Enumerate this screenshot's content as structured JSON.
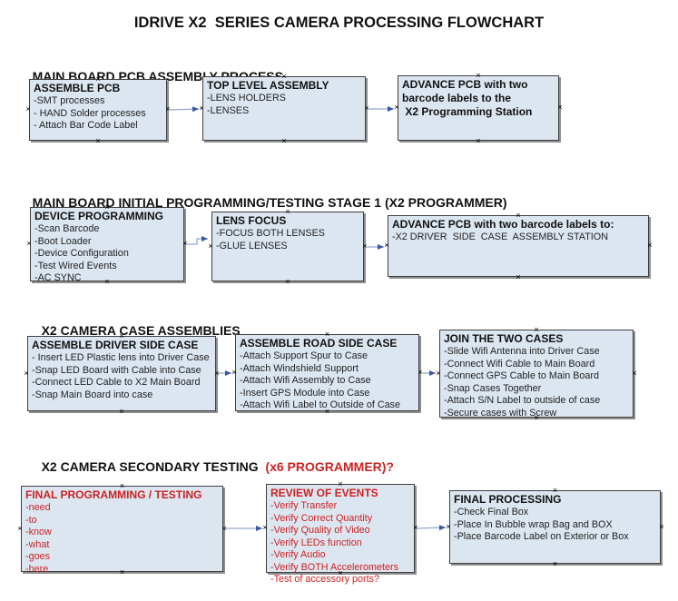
{
  "title": "IDRIVE X2  SERIES CAMERA PROCESSING FLOWCHART",
  "colors": {
    "box_fill": "#dce6f1",
    "box_border": "#3f3f3f",
    "accent_red": "#cc2222",
    "arrow_line": "#93a9cd",
    "arrow_head": "#3a57a0"
  },
  "sections": [
    {
      "header": "MAIN BOARD PCB ASSEMBLY PROCESS",
      "header_suffix": "",
      "boxes": [
        {
          "title": "ASSEMBLE PCB",
          "items": [
            "-SMT processes",
            "- HAND Solder processes",
            "- Attach Bar Code Label"
          ]
        },
        {
          "title": "TOP LEVEL ASSEMBLY",
          "items": [
            "-LENS HOLDERS",
            "-LENSES"
          ]
        },
        {
          "title": "ADVANCE PCB with two\nbarcode labels to the\n X2 Programming Station",
          "items": []
        }
      ]
    },
    {
      "header": "MAIN BOARD INITIAL PROGRAMMING/TESTING STAGE 1 (X2 PROGRAMMER)",
      "header_suffix": "",
      "boxes": [
        {
          "title": "DEVICE PROGRAMMING",
          "items": [
            "-Scan Barcode",
            "-Boot Loader",
            "-Device Configuration",
            "-Test Wired Events",
            "-AC SYNC"
          ]
        },
        {
          "title": "LENS FOCUS",
          "items": [
            "-FOCUS BOTH LENSES",
            "-GLUE LENSES"
          ]
        },
        {
          "title": "ADVANCE PCB with two barcode labels to:",
          "items": [
            "-X2 DRIVER  SIDE  CASE  ASSEMBLY STATION"
          ]
        }
      ]
    },
    {
      "header": "X2 CAMERA CASE ASSEMBLIES",
      "header_suffix": "",
      "boxes": [
        {
          "title": "ASSEMBLE DRIVER SIDE CASE",
          "items": [
            "- Insert LED Plastic lens into Driver Case",
            "-Snap LED Board with Cable into Case",
            "-Connect LED Cable to X2 Main Board",
            "-Snap Main Board into case"
          ]
        },
        {
          "title": "ASSEMBLE ROAD SIDE CASE",
          "items": [
            "-Attach Support Spur to Case",
            "-Attach Windshield Support",
            "-Attach Wifi Assembly to Case",
            "-Insert GPS Module into Case",
            "-Attach Wifi Label to Outside of Case"
          ]
        },
        {
          "title": "JOIN THE TWO CASES",
          "items": [
            "-Slide Wifi Antenna into Driver Case",
            "-Connect Wifi Cable to Main Board",
            "-Connect GPS Cable to Main Board",
            "-Snap Cases Together",
            "-Attach S/N Label to outside of case",
            "-Secure cases with Screw"
          ]
        }
      ]
    },
    {
      "header": "X2 CAMERA SECONDARY TESTING  ",
      "header_suffix": "(x6 PROGRAMMER)?",
      "boxes": [
        {
          "title": "FINAL PROGRAMMING / TESTING",
          "items": [
            "-need",
            "-to",
            "-know",
            "-what",
            "-goes",
            "-here"
          ]
        },
        {
          "title": "REVIEW OF EVENTS",
          "items": [
            "-Verify Transfer",
            "-Verify Correct Quantity",
            "-Verify Quality of Video",
            "-Verify LEDs function",
            "-Verify Audio",
            "-Verify BOTH Accelerometers",
            "-Test of accessory ports?"
          ]
        },
        {
          "title": "FINAL PROCESSING",
          "items": [
            "-Check Final Box",
            "-Place In Bubble wrap Bag and BOX",
            "-Place Barcode Label on Exterior or Box"
          ]
        }
      ]
    }
  ]
}
